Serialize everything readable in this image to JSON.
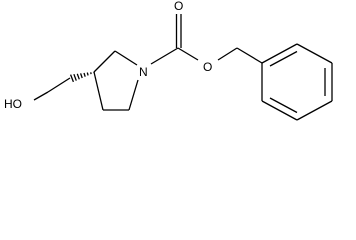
{
  "molecule": {
    "atoms": {
      "hydroxyl": "HO",
      "ring_nitrogen": "N",
      "carbonyl_oxygen": "O",
      "ester_oxygen": "O"
    },
    "stereo": "hashed-wedge"
  }
}
